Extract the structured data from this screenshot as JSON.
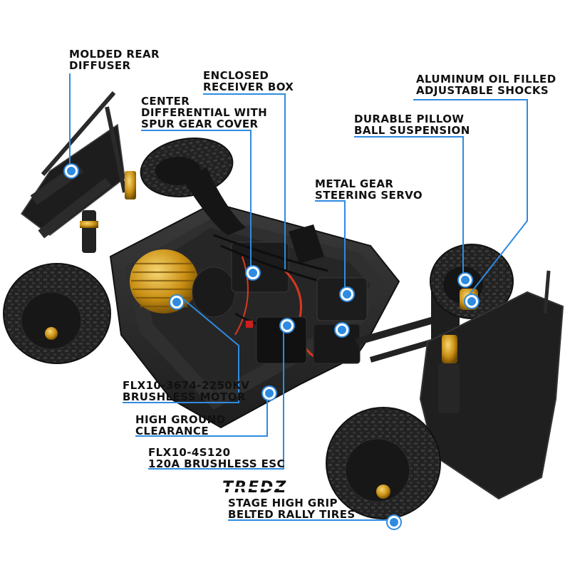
{
  "colors": {
    "accent": "#2f8be0",
    "chassis": "#2a2a2a",
    "motor": "#d9a21e",
    "tire": "#1f1f1f",
    "wire_red": "#d9391f"
  },
  "labels": {
    "rear_diffuser": [
      "MOLDED REAR",
      "DIFFUSER"
    ],
    "receiver_box": [
      "ENCLOSED",
      "RECEIVER BOX"
    ],
    "center_diff": [
      "CENTER",
      "DIFFERENTIAL WITH",
      "SPUR GEAR COVER"
    ],
    "shocks": [
      "ALUMINUM OIL FILLED",
      "ADJUSTABLE SHOCKS"
    ],
    "pillow_ball": [
      "DURABLE PILLOW",
      "BALL SUSPENSION"
    ],
    "servo": [
      "METAL GEAR",
      "STEERING SERVO"
    ],
    "motor": [
      "FLX10-3674-2250KV",
      "BRUSHLESS MOTOR"
    ],
    "clearance": [
      "HIGH GROUND",
      "CLEARANCE"
    ],
    "esc": [
      "FLX10-4S120",
      "120A BRUSHLESS ESC"
    ],
    "tires": [
      "STAGE HIGH GRIP",
      "BELTED RALLY TIRES"
    ]
  },
  "brand": {
    "tires_logo": "TREDZ"
  }
}
